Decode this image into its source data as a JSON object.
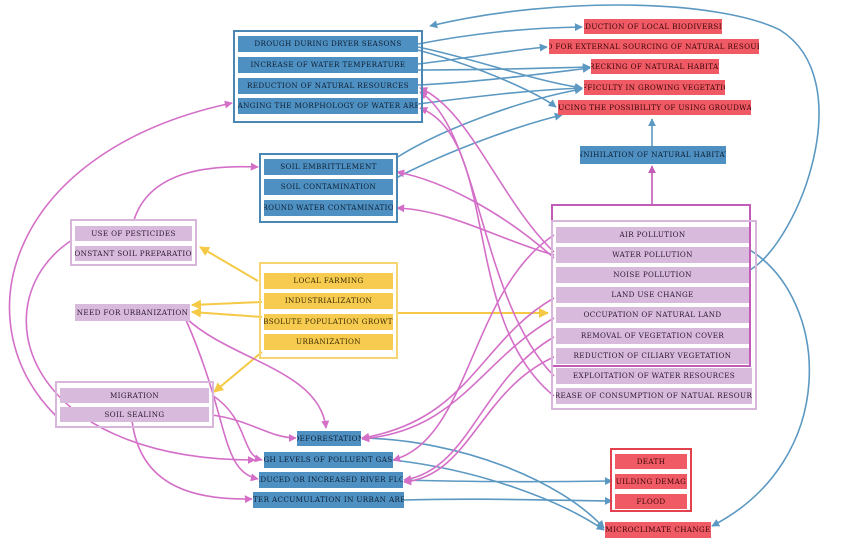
{
  "colors": {
    "impact_box": "#4f90c2",
    "effect_box": "#ef5a64",
    "pressure_box": "#d8bbdc",
    "driver_box": "#f6cb4f",
    "pink_link": "#d46fc8",
    "blue_link": "#5b98c2",
    "yellow_link": "#f5c945",
    "purple_link": "#c25cb7"
  },
  "water_impacts": {
    "items": [
      "DROUGH DURING DRYER SEASONS",
      "INCREASE OF WATER TEMPERATURE",
      "REDUCTION OF NATURAL RESOURCES",
      "CHANGING THE MORPHOLOGY OF WATER AREAS"
    ]
  },
  "soil_impacts": {
    "items": [
      "SOIL EMBRITTLEMENT",
      "SOIL CONTAMINATION",
      "GROUND WATER CONTAMINATION"
    ]
  },
  "ecological_effects": {
    "items": [
      "REDUCTION OF LOCAL BIODIVERSITY",
      "NEED FOR EXTERNAL SOURCING OF NATURAL RESOURCES",
      "WRECKING OF NATURAL HABITATS",
      "DIFFICULTY IN GROWING VEGETATION",
      "REDUCING THE POSSIBILITY OF USING GROUDWATER"
    ]
  },
  "habitat": {
    "label": "ANNIHILATION OF NATURAL HABITATS"
  },
  "agri_pressures": {
    "items": [
      "USE OF PESTICIDES",
      "CONSTANT SOIL PREPARATION"
    ]
  },
  "urban_need": {
    "label": "NEED FOR URBANIZATION"
  },
  "drivers": {
    "items": [
      "LOCAL FARMING",
      "INDUSTRIALIZATION",
      "ABSOLUTE POPULATION GROWTH",
      "URBANIZATION"
    ]
  },
  "urban_pressures": {
    "items": [
      "MIGRATION",
      "SOIL SEALING"
    ]
  },
  "environmental_pressures": {
    "items": [
      "AIR POLLUTION",
      "WATER POLLUTION",
      "NOISE POLLUTION",
      "LAND USE CHANGE",
      "OCCUPATION OF NATURAL LAND",
      "REMOVAL OF VEGETATION COVER",
      "REDUCTION OF CILIARY VEGETATION",
      "EXPLOITATION OF WATER RESOURCES",
      "INCREASE OF CONSUMPTION OF NATUAL RESOURCES"
    ]
  },
  "urban_impacts": {
    "items": [
      "DEFORESTATION",
      "HIGH LEVELS OF POLLUENT GASES",
      "REDUCED OR INCREASED RIVER FLOW",
      "WATER ACCUMULATION IN URBAN AREAS"
    ]
  },
  "human_effects": {
    "items": [
      "DEATH",
      "BUILDING DEMAGE",
      "FLOOD"
    ]
  },
  "climate": {
    "label": "MICROCLIMATE CHANGE"
  }
}
